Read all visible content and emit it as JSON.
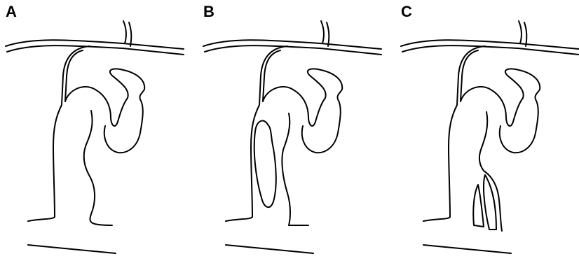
{
  "panels": [
    {
      "label": "A"
    },
    {
      "label": "B"
    },
    {
      "label": "C"
    }
  ],
  "colors": {
    "line": "#000000",
    "background": "#ffffff"
  }
}
